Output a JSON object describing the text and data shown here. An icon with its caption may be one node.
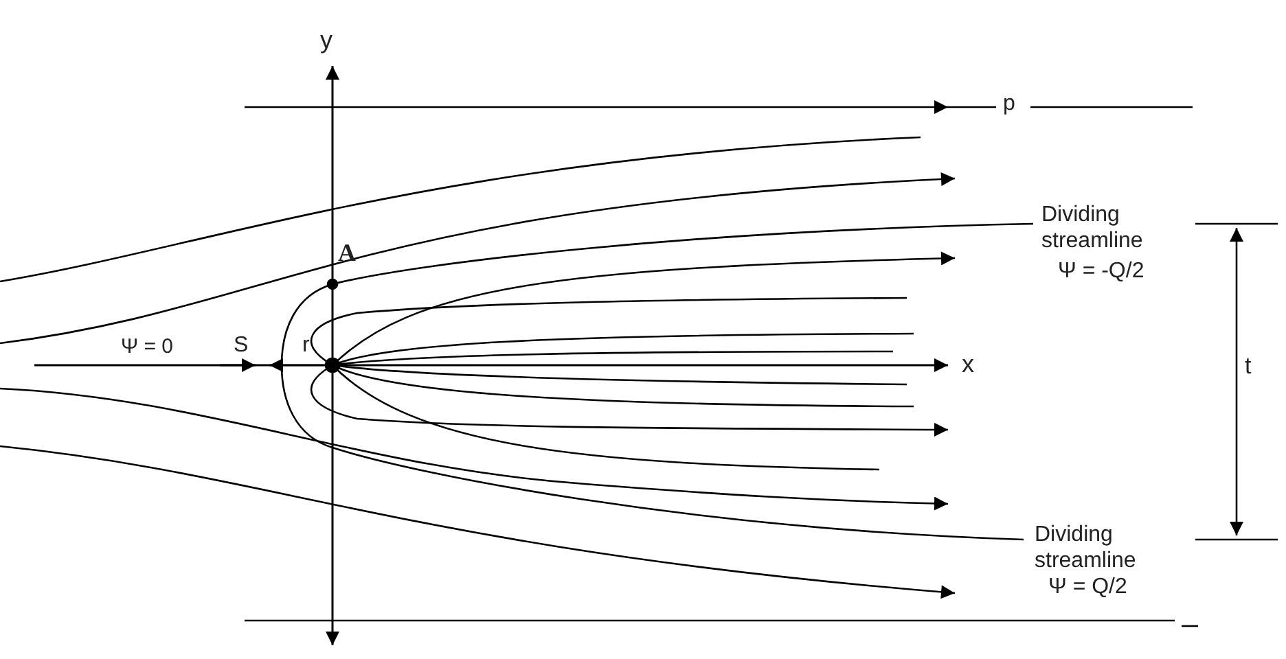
{
  "diagram": {
    "labels": [
      "y",
      "p",
      "Dividing streamline",
      "A",
      "Ψ = -Q/2",
      "Ψ = 0",
      "S",
      "r",
      "x",
      "t",
      "Dividing streamline",
      "Ψ = Q/2"
    ]
  }
}
